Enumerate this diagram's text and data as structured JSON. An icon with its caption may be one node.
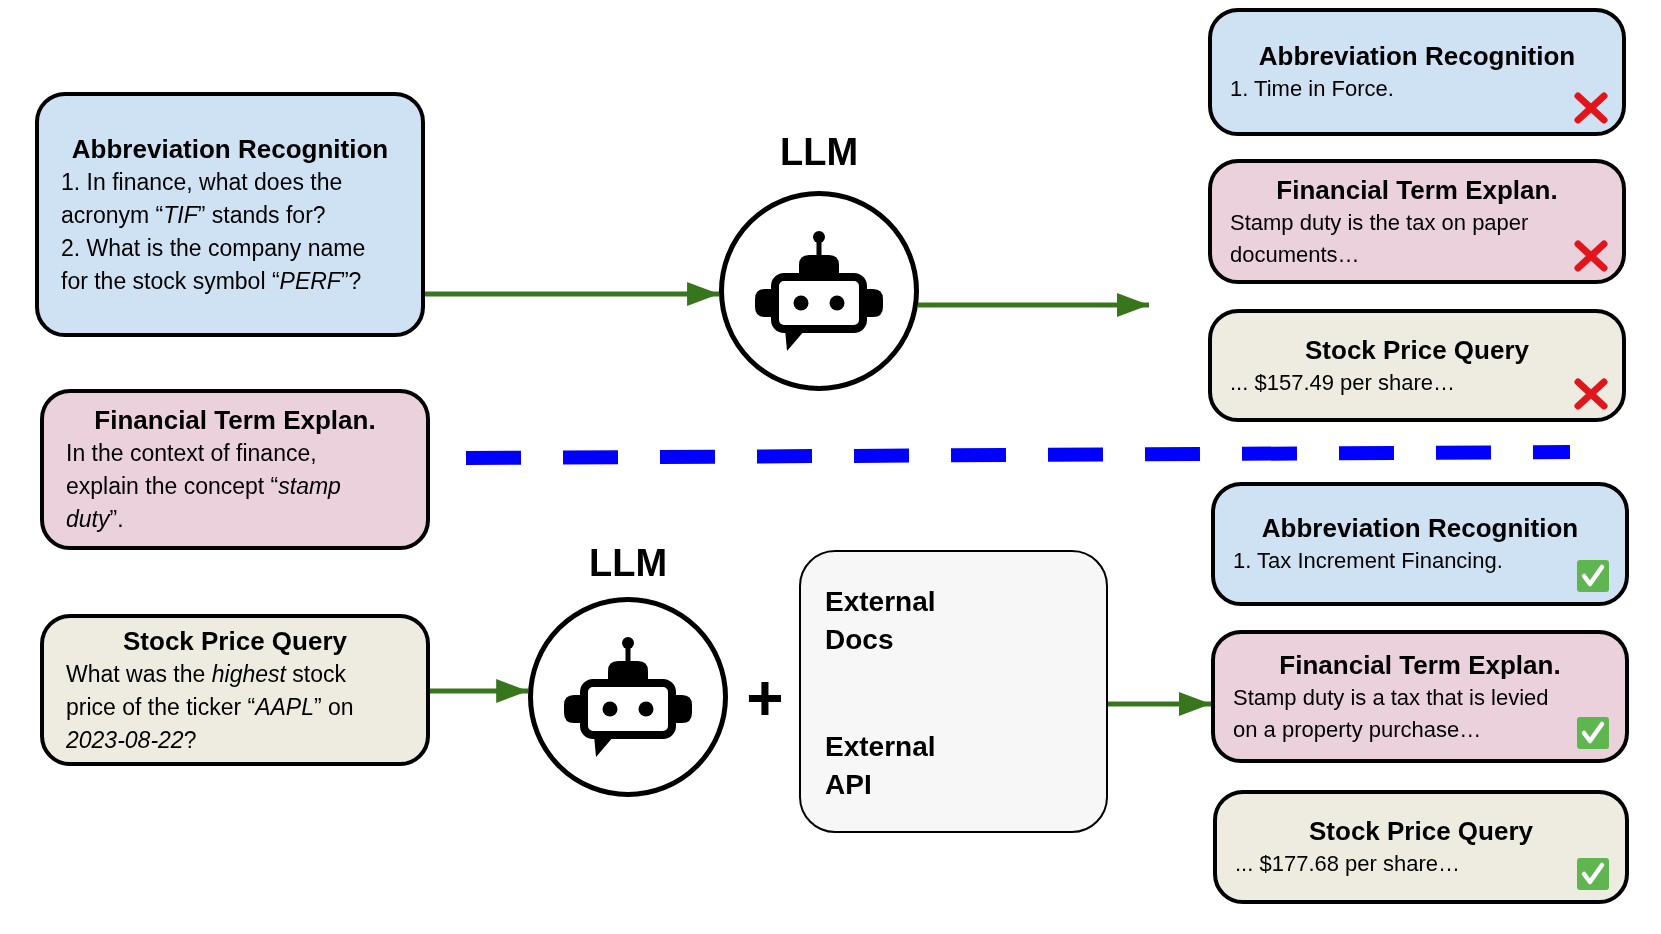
{
  "diagram": {
    "nodes": [
      {
        "text": [
          "Abbreviation Recognition",
          "1. In finance, what does the acronym “*TIF*” stands for?",
          "2. What is the company name for the stock symbol “*PERF*”?"
        ]
      },
      {
        "text": [
          "Financial Term Explan.",
          "In the context of finance, explain the concept “*stamp duty*”."
        ]
      },
      {
        "text": [
          "Stock Price Query",
          "What was the *highest* stock price of the ticker “*AAPL*” on *2023-08-22*?"
        ]
      },
      {
        "text": [
          "LLM"
        ]
      },
      {
        "text": [
          "LLM"
        ]
      },
      {
        "text": [
          "External Docs",
          "External API"
        ]
      },
      {
        "text": [
          "Abbreviation Recognition",
          "1. Time in Force."
        ]
      },
      {
        "text": [
          "Financial Term Explan.",
          "Stamp duty is the tax on paper documents…"
        ]
      },
      {
        "text": [
          "Stock Price Query",
          "... $157.49 per share…"
        ]
      },
      {
        "text": [
          "Abbreviation Recognition",
          "1. Tax Increment Financing."
        ]
      },
      {
        "text": [
          "Financial Term Explan.",
          "Stamp duty is a tax that is levied on a property purchase…"
        ]
      },
      {
        "text": [
          "Stock Price Query",
          "... $177.68 per share…"
        ]
      }
    ],
    "edges": [
      {
        "from": 0,
        "to": 3,
        "arrow": "to"
      },
      {
        "from": 3,
        "to": null,
        "arrow": "to"
      },
      {
        "from": 2,
        "to": 4,
        "arrow": "to"
      },
      {
        "from": 5,
        "to": 10,
        "arrow": "to"
      }
    ],
    "labels": [
      "+"
    ]
  }
}
